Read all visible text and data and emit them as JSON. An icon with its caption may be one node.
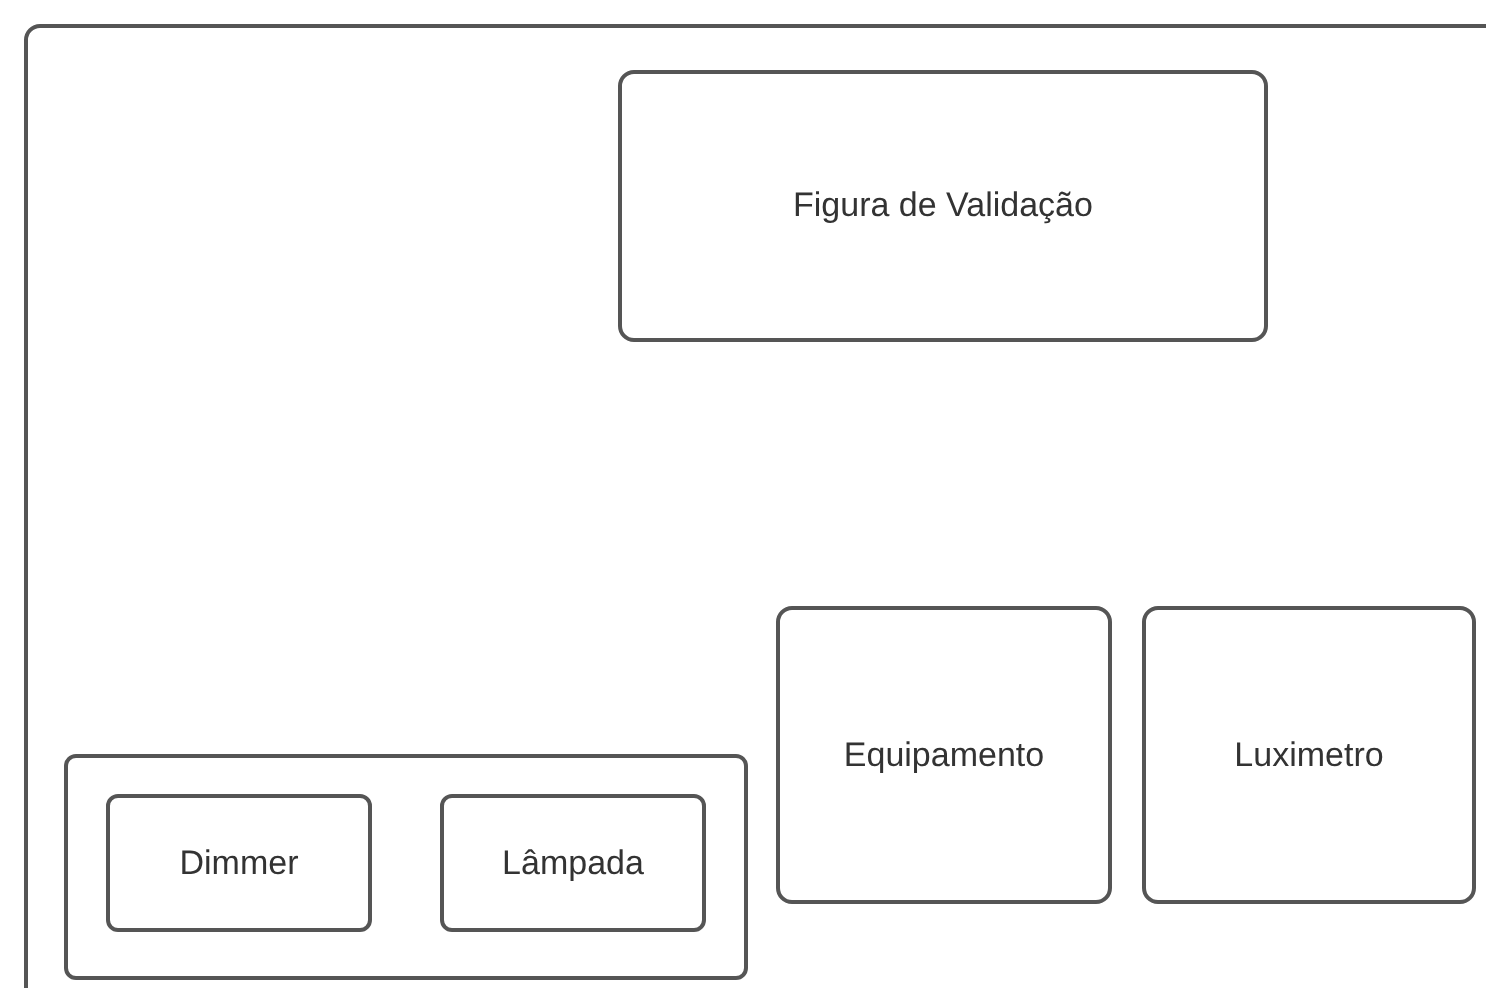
{
  "diagram": {
    "nodes": [
      {
        "text": [],
        "shape": "box"
      },
      {
        "text": [
          "Figura de Validação"
        ],
        "in": 0
      },
      {
        "text": [
          "Equipamento"
        ],
        "in": 0
      },
      {
        "text": [
          "Luximetro"
        ],
        "in": 0
      },
      {
        "text": [],
        "shape": "box",
        "in": 0
      },
      {
        "text": [
          "Dimmer"
        ],
        "in": 4
      },
      {
        "text": [
          "Lâmpada"
        ],
        "in": 4
      }
    ]
  }
}
